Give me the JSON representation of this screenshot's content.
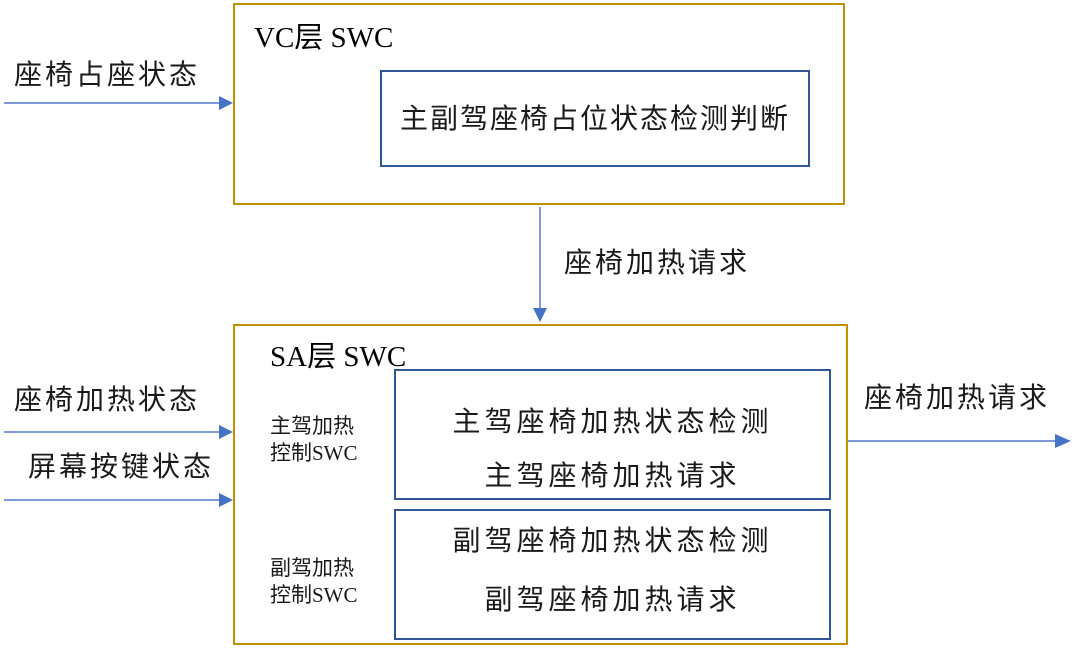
{
  "diagram": {
    "vc": {
      "title": "VC层 SWC",
      "box_text": "主副驾座椅占位状态检测判断"
    },
    "sa": {
      "title": "SA层 SWC",
      "driver_swc": {
        "label_line1": "主驾加热",
        "label_line2": "控制SWC",
        "box_line1": "主驾座椅加热状态检测",
        "box_line2": "主驾座椅加热请求"
      },
      "passenger_swc": {
        "label_line1": "副驾加热",
        "label_line2": "控制SWC",
        "box_line1": "副驾座椅加热状态检测",
        "box_line2": "副驾座椅加热请求"
      }
    },
    "flows": {
      "seat_occupancy_in": "座椅占座状态",
      "heat_request_mid": "座椅加热请求",
      "heat_status_in": "座椅加热状态",
      "screen_button_in": "屏幕按键状态",
      "heat_request_out": "座椅加热请求"
    },
    "colors": {
      "block_border": "#BF9000",
      "inner_border": "#2F5597",
      "arrow_head": "#4472C4",
      "arrow_line": "#7D9BD9"
    }
  }
}
